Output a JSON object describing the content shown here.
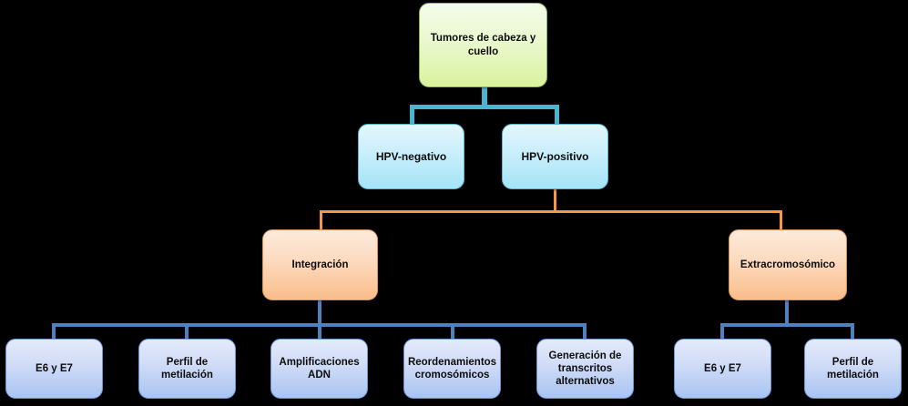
{
  "diagram": {
    "title": "Tumores de cabeza y cuello - clasificacion HPV",
    "colors": {
      "background": "#000000",
      "root_fill": "#d9f39c",
      "root_border": "#8fae5a",
      "level2_fill": "#a5e4f7",
      "level2_border": "#5ab8d4",
      "level3_fill": "#fbbd8a",
      "level3_border": "#d89455",
      "leaf_fill": "#a8c4f3",
      "leaf_border": "#6f93cf",
      "connector_teal": "#49b5d0",
      "connector_orange": "#f79646",
      "connector_blue": "#4f81bd"
    },
    "root": {
      "label": "Tumores de cabeza y\ncuello"
    },
    "level2": [
      {
        "label": "HPV-negativo"
      },
      {
        "label": "HPV-positivo"
      }
    ],
    "level3": [
      {
        "label": "Integración"
      },
      {
        "label": "Extracromosómico"
      }
    ],
    "leaves_integracion": [
      {
        "label": "E6 y E7"
      },
      {
        "label": "Perfil de\nmetilación"
      },
      {
        "label": "Amplificaciones\nADN"
      },
      {
        "label": "Reordenamientos\ncromosómicos"
      },
      {
        "label": "Generación de\ntranscritos\nalternativos"
      }
    ],
    "leaves_extracromosomico": [
      {
        "label": "E6 y E7"
      },
      {
        "label": "Perfil de\nmetilación"
      }
    ]
  }
}
